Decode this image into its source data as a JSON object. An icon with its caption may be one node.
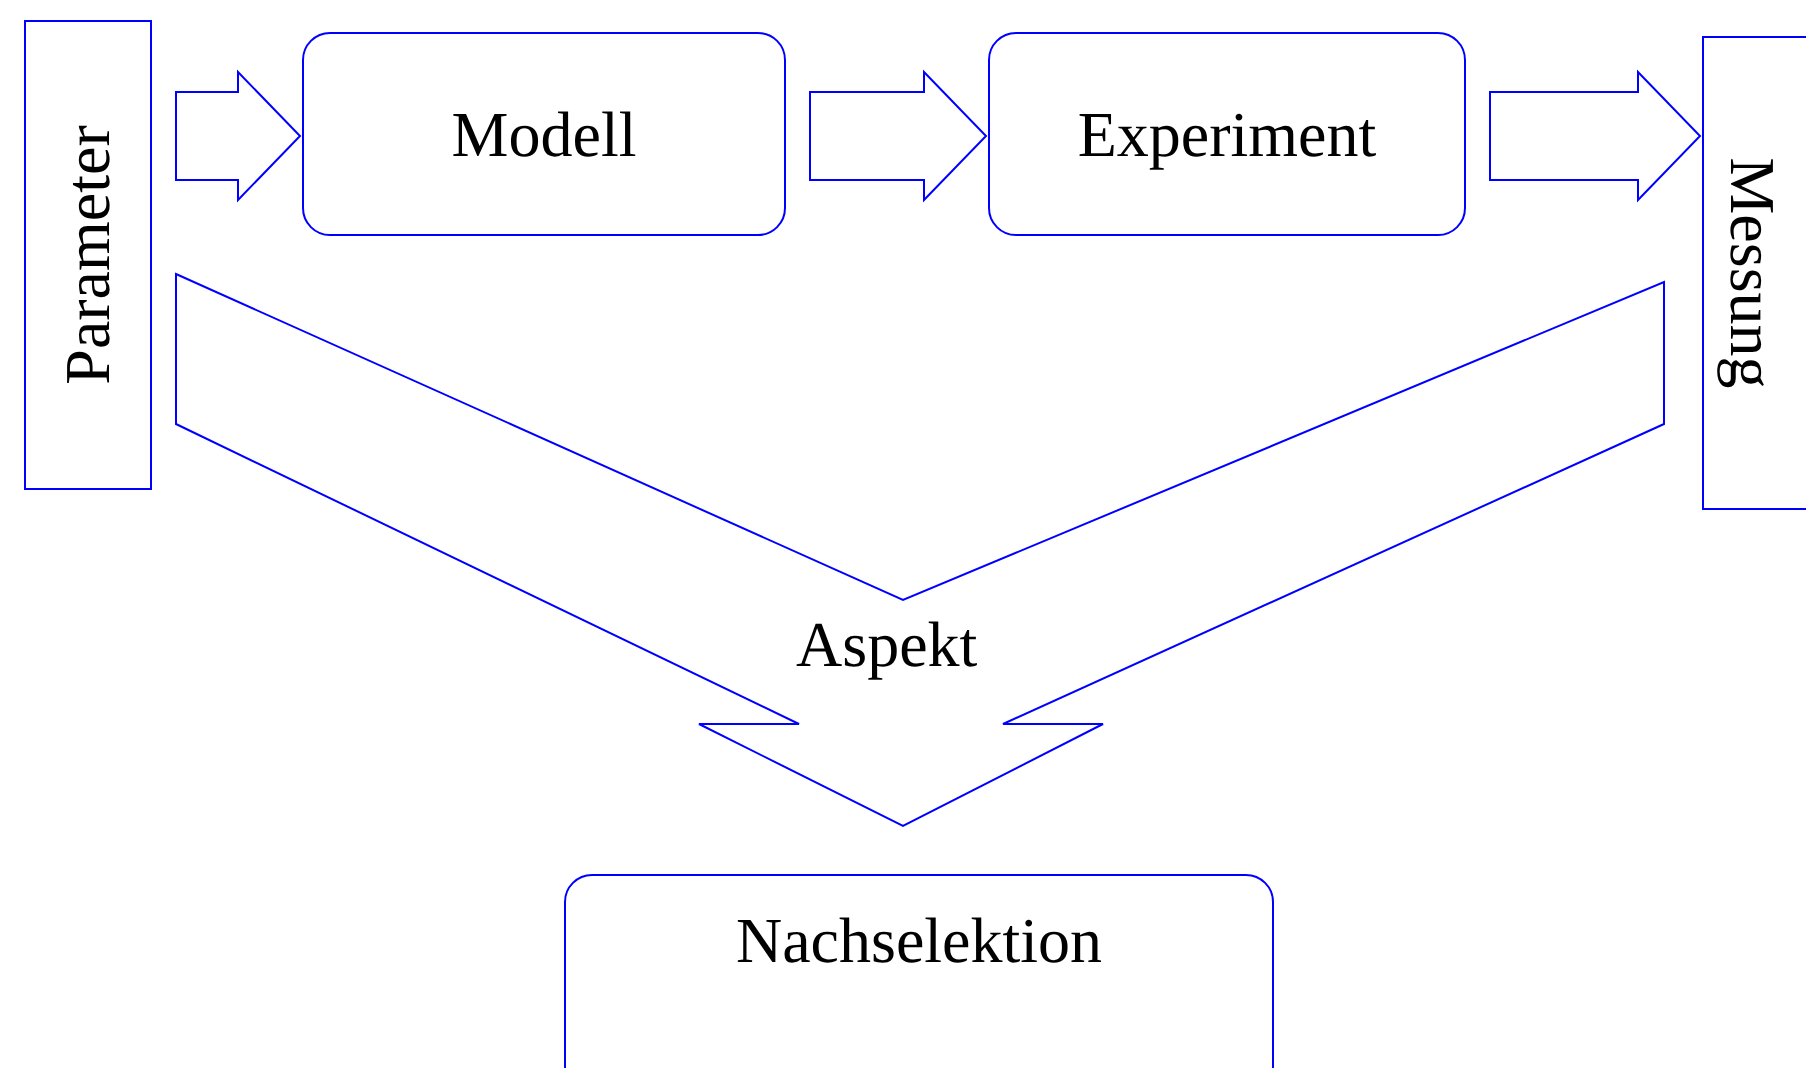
{
  "diagram": {
    "nodes": [
      {
        "text": [
          "Parameter"
        ]
      },
      {
        "text": [
          "Modell"
        ]
      },
      {
        "text": [
          "Experiment"
        ]
      },
      {
        "text": [
          "Messung"
        ]
      },
      {
        "text": [
          "Nachselektion"
        ]
      }
    ],
    "edges": [
      {
        "from": 0,
        "to": 1,
        "arrow": "to"
      },
      {
        "from": 1,
        "to": 2,
        "arrow": "to"
      },
      {
        "from": 2,
        "to": 3,
        "arrow": "to"
      },
      {
        "from": 0,
        "to": 4,
        "arrow": "to"
      },
      {
        "from": 3,
        "to": 4,
        "arrow": "to"
      }
    ],
    "labels": [
      "Aspekt"
    ]
  }
}
